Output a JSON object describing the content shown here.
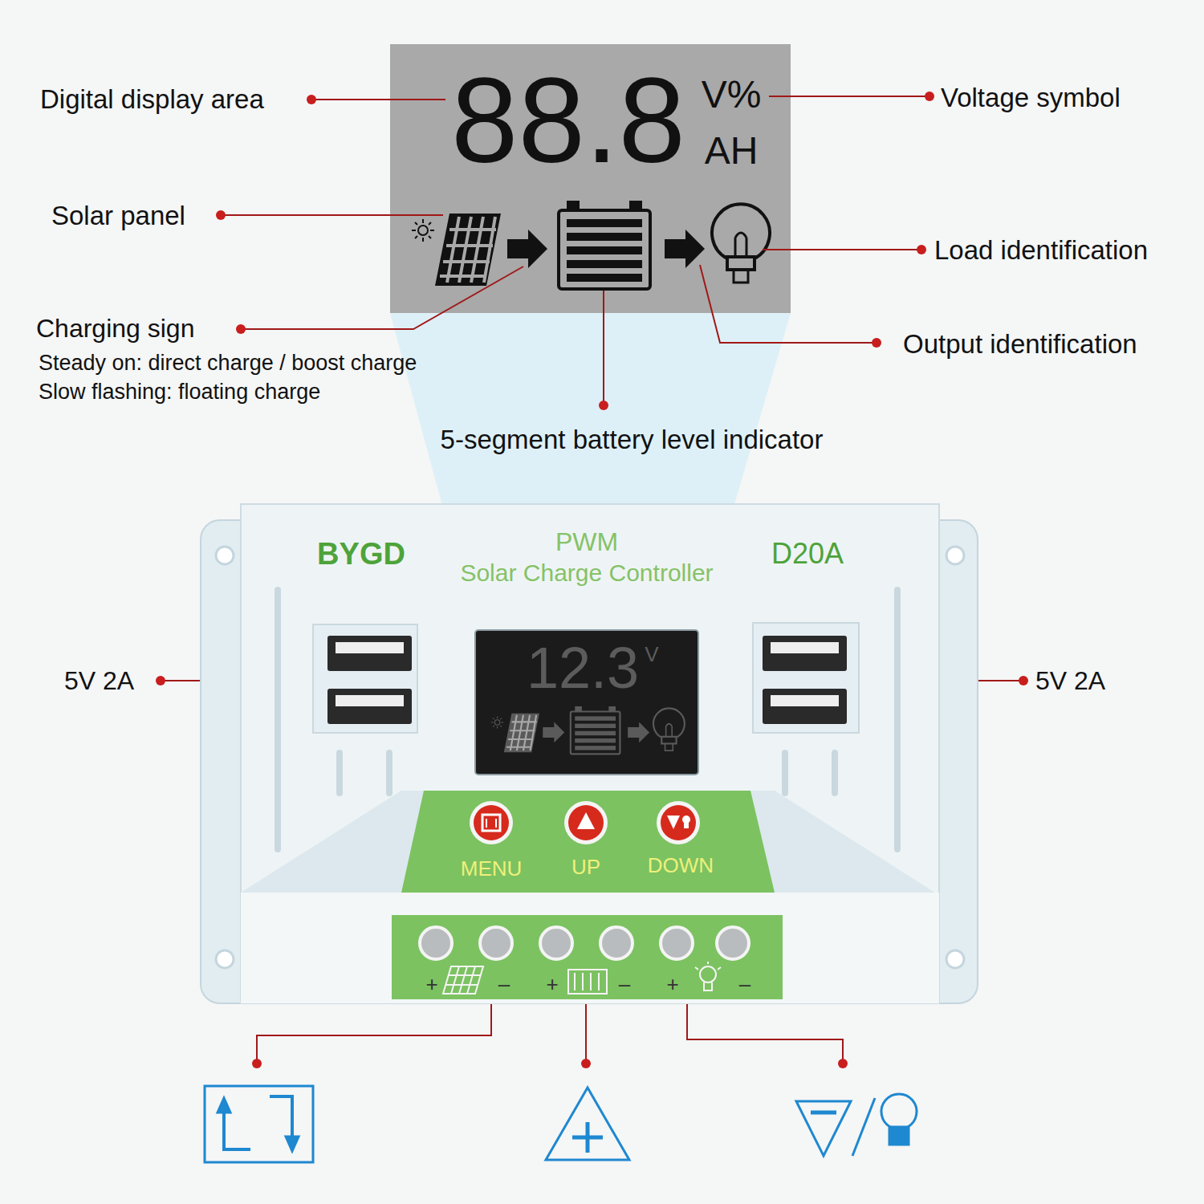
{
  "diagram": {
    "nodes": [
      {
        "text": [
          "88.8",
          "V%",
          "AH"
        ]
      },
      {
        "text": [
          "BYGD",
          "PWM",
          "Solar Charge Controller",
          "D20A"
        ]
      },
      {
        "text": [
          "12.3",
          "V"
        ],
        "in": 1
      },
      {
        "text": [
          "MENU",
          "UP",
          "DOWN"
        ],
        "in": 1
      }
    ],
    "labels": [
      "Digital display area",
      "Voltage symbol",
      "Solar panel",
      "Load identification",
      "Charging sign",
      "Steady on: direct charge / boost charge",
      "Slow flashing: floating charge",
      "Output identification",
      "5-segment battery level indicator",
      "5V 2A",
      "5V 2A",
      "+",
      "–",
      "+",
      "–",
      "+",
      "–"
    ]
  }
}
